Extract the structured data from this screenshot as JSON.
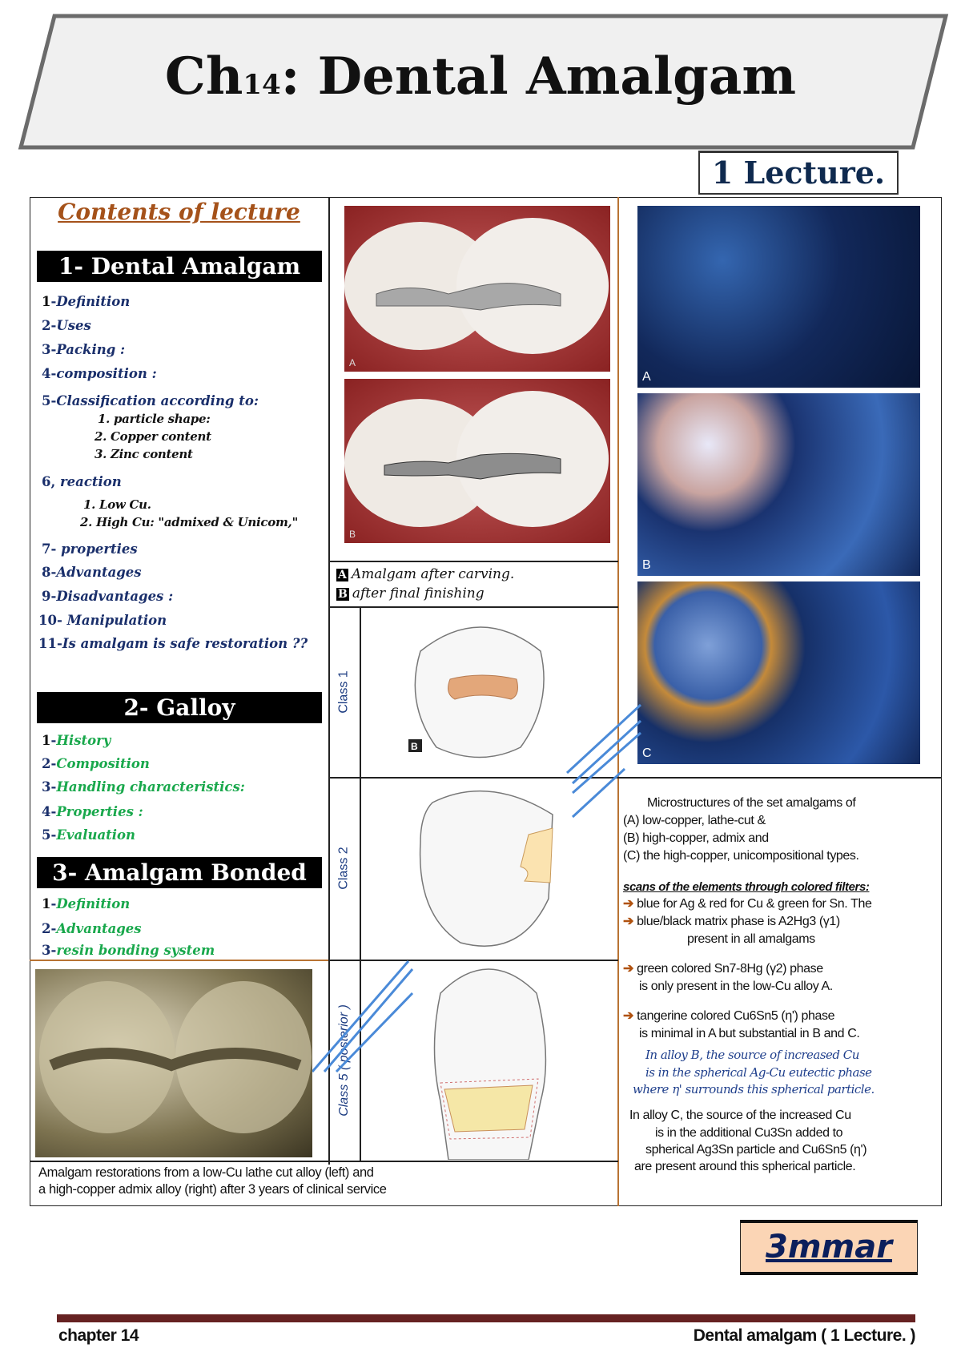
{
  "header": {
    "title_prefix": "Ch",
    "title_sub": "14",
    "title_main": ": Dental Amalgam",
    "lecture_badge": "1 Lecture."
  },
  "contents": {
    "title": "Contents of lecture",
    "sections": [
      {
        "heading": "1- Dental Amalgam",
        "items": [
          {
            "num": "1",
            "label": "Definition"
          },
          {
            "num": "2",
            "label": "Uses"
          },
          {
            "num": "3",
            "label": "Packing :"
          },
          {
            "num": "4",
            "label": "composition :"
          },
          {
            "num": "5",
            "label": "Classification according to:"
          },
          {
            "num": "6,",
            "label": "reaction"
          },
          {
            "num": "7",
            "label": "properties"
          },
          {
            "num": "8",
            "label": "Advantages"
          },
          {
            "num": "9",
            "label": "Disadvantages :"
          },
          {
            "num": "10",
            "label": "Manipulation"
          },
          {
            "num": "11",
            "label": "Is amalgam is safe restoration ??"
          }
        ],
        "classification_sub": [
          "1. particle shape:",
          "2. Copper content",
          "3. Zinc content"
        ],
        "reaction_sub": [
          "1. Low Cu.",
          "2. High Cu: \"admixed & Unicom,\""
        ]
      },
      {
        "heading": "2- Galloy",
        "items": [
          {
            "num": "1",
            "label": "History"
          },
          {
            "num": "2",
            "label": "Composition"
          },
          {
            "num": "3",
            "label": "Handling characteristics:"
          },
          {
            "num": "4",
            "label": "Properties :"
          },
          {
            "num": "5",
            "label": "Evaluation"
          }
        ]
      },
      {
        "heading": "3- Amalgam Bonded",
        "items": [
          {
            "num": "1",
            "label": "Definition"
          },
          {
            "num": "2",
            "label": "Advantages"
          },
          {
            "num": "3",
            "label": "resin bonding system"
          }
        ]
      }
    ]
  },
  "middle": {
    "photo_labels": [
      "A",
      "B"
    ],
    "caption": [
      {
        "tag": "A",
        "text": "Amalgam after carving."
      },
      {
        "tag": "B",
        "text": "after final finishing"
      }
    ],
    "classes": [
      {
        "label": "Class 1",
        "tag": "B"
      },
      {
        "label": "Class 2"
      },
      {
        "label": "Class 5 ( posterior )"
      }
    ]
  },
  "micrographs": {
    "labels": [
      "A",
      "B",
      "C"
    ]
  },
  "right_text": {
    "intro": [
      "Microstructures of the set amalgams of",
      "(A) low-copper, lathe-cut &",
      "(B) high-copper, admix and",
      "(C) the high-copper, unicompositional types."
    ],
    "scans_heading": "scans of the elements through colored filters:",
    "scans": [
      "blue for Ag & red for Cu & green for Sn. The",
      "blue/black matrix phase is A2Hg3 (γ1)"
    ],
    "scans_cont": "present in all amalgams",
    "green": [
      "green colored Sn7-8Hg (γ2) phase",
      "is only present in the low-Cu alloy A."
    ],
    "tangerine": [
      "tangerine colored Cu6Sn5 (η') phase",
      "is minimal in  A but substantial in B and C."
    ],
    "alloy_b": [
      "In alloy B, the source of increased Cu",
      "is in the spherical Ag-Cu eutectic phase",
      "where η' surrounds this spherical particle."
    ],
    "alloy_c": [
      "In alloy C, the source of the increased Cu",
      "is in the additional Cu3Sn added to",
      "spherical Ag3Sn particle and  Cu6Sn5 (η')",
      "are present around this spherical particle."
    ]
  },
  "bottom_caption": [
    "Amalgam restorations from a low-Cu lathe cut alloy (left) and",
    "a high-copper admix alloy (right) after 3 years of clinical service"
  ],
  "stamp": "3mmar",
  "footer": {
    "left": "chapter 14",
    "right": "Dental amalgam ( 1 Lecture. )",
    "bar_color": "#662222"
  },
  "colors": {
    "heading_orange": "#a5521a",
    "navy": "#1a2f6b",
    "green": "#19a84c",
    "stamp_bg": "#fbd5b5"
  }
}
